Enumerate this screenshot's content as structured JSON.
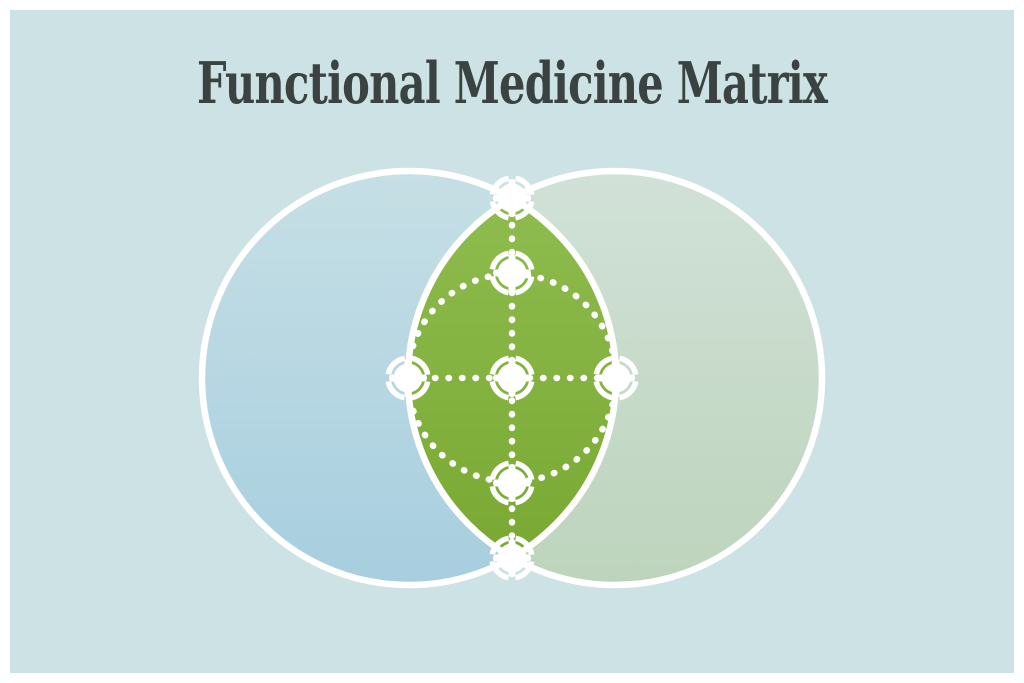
{
  "title": "Functional Medicine Matrix",
  "colors": {
    "frame": "#ffffff",
    "background": "#cde2e4",
    "left_circle_top": "#c6dfe5",
    "left_circle_bottom": "#a7cedf",
    "right_circle_top": "#d1e1d8",
    "right_circle_bottom": "#bdd4bc",
    "lens_top": "#8ebc4e",
    "lens_bottom": "#79a933",
    "outline": "#ffffff",
    "title_text": "#3a4341"
  },
  "diagram": {
    "type": "venn-vesica-matrix",
    "description": "Two overlapping circles with green lens overlap containing a matrix of seven connector nodes",
    "node_count": 7,
    "nodes": [
      "top-intersection",
      "upper-middle",
      "left",
      "center",
      "right",
      "lower-middle",
      "bottom-intersection"
    ]
  }
}
